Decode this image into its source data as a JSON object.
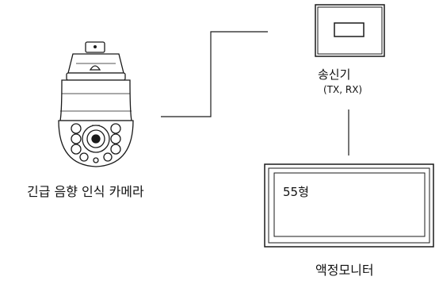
{
  "camera": {
    "label": "긴급 음향 인식 카메라",
    "icon": "ptz-dome-camera-icon"
  },
  "transmitter": {
    "label": "송신기",
    "sublabel": "(TX, RX)",
    "icon": "transmitter-box-icon"
  },
  "monitor": {
    "label": "액정모니터",
    "size_text": "55형",
    "icon": "lcd-monitor-icon"
  },
  "colors": {
    "line": "#1a1a1a",
    "background": "#ffffff"
  }
}
